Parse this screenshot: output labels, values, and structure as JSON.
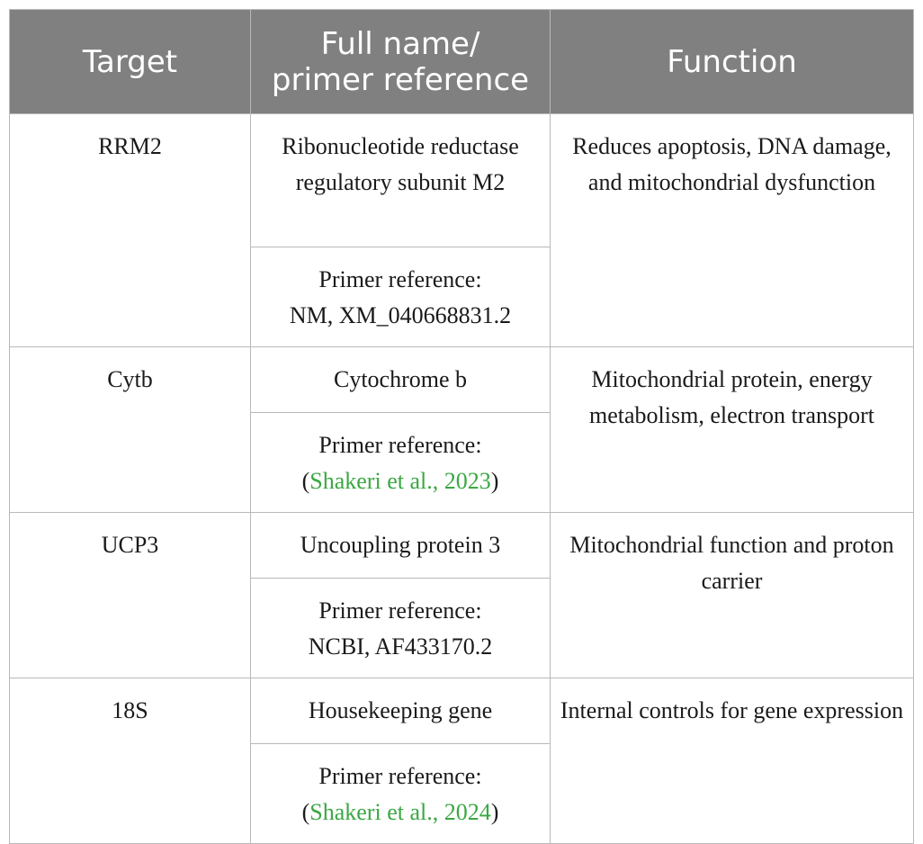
{
  "header": {
    "col_target": "Target",
    "col_name_line1": "Full name/",
    "col_name_line2": "primer reference",
    "col_function": "Function"
  },
  "rows": [
    {
      "target": "RRM2",
      "full_name": "Ribonucleotide reductase regulatory subunit M2",
      "primer_label": "Primer reference:",
      "primer_value": "NM, XM_040668831.2",
      "function": "Reduces apoptosis, DNA damage, and mitochondrial dysfunction"
    },
    {
      "target": "Cytb",
      "full_name": "Cytochrome b",
      "primer_label": "Primer reference:",
      "primer_open": "(",
      "primer_cite": "Shakeri et al., 2023",
      "primer_close": ")",
      "function": "Mitochondrial protein, energy metabolism, electron transport"
    },
    {
      "target": "UCP3",
      "full_name": "Uncoupling protein 3",
      "primer_label": "Primer reference:",
      "primer_value": "NCBI, AF433170.2",
      "function": "Mitochondrial function and proton carrier"
    },
    {
      "target": "18S",
      "full_name": "Housekeeping gene",
      "primer_label": "Primer reference:",
      "primer_open": "(",
      "primer_cite": "Shakeri et al., 2024",
      "primer_close": ")",
      "function": "Internal controls for gene expression"
    }
  ],
  "colors": {
    "header_bg": "#808080",
    "header_text": "#ffffff",
    "citation": "#3aa843",
    "border": "#b9b9b9"
  }
}
